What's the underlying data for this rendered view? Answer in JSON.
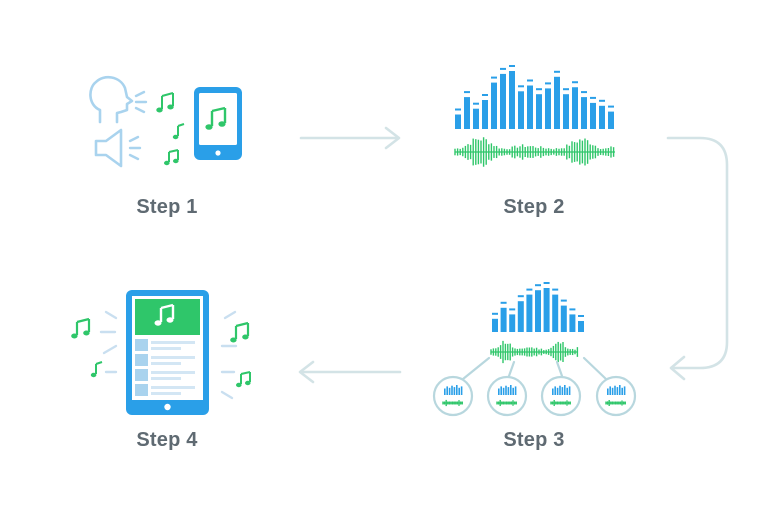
{
  "steps": [
    {
      "label": "Step 1"
    },
    {
      "label": "Step 2"
    },
    {
      "label": "Step 3"
    },
    {
      "label": "Step 4"
    }
  ],
  "colors": {
    "blue": "#2a9fe8",
    "light_blue": "#a9d3ee",
    "green": "#2fc66a",
    "outline": "#b8d7de",
    "arrow": "#d3e3e6",
    "text": "#5f6a72",
    "lines": "#c9dff0"
  },
  "icons": {
    "step1": [
      "speaking-head-icon",
      "speaker-icon",
      "music-note-icon",
      "phone-icon"
    ],
    "step2": [
      "spectrum-bars-icon",
      "waveform-icon"
    ],
    "step3": [
      "spectrum-bars-icon",
      "waveform-icon",
      "split-segment-icon"
    ],
    "step4": [
      "tablet-playlist-icon",
      "music-note-icon"
    ]
  },
  "step2_bars": [
    0.25,
    0.55,
    0.35,
    0.5,
    0.8,
    0.95,
    1.0,
    0.65,
    0.75,
    0.6,
    0.7,
    0.9,
    0.6,
    0.72,
    0.55,
    0.45,
    0.4,
    0.3
  ],
  "step3_bars": [
    0.3,
    0.55,
    0.4,
    0.7,
    0.85,
    0.95,
    1.0,
    0.85,
    0.6,
    0.4,
    0.25
  ]
}
